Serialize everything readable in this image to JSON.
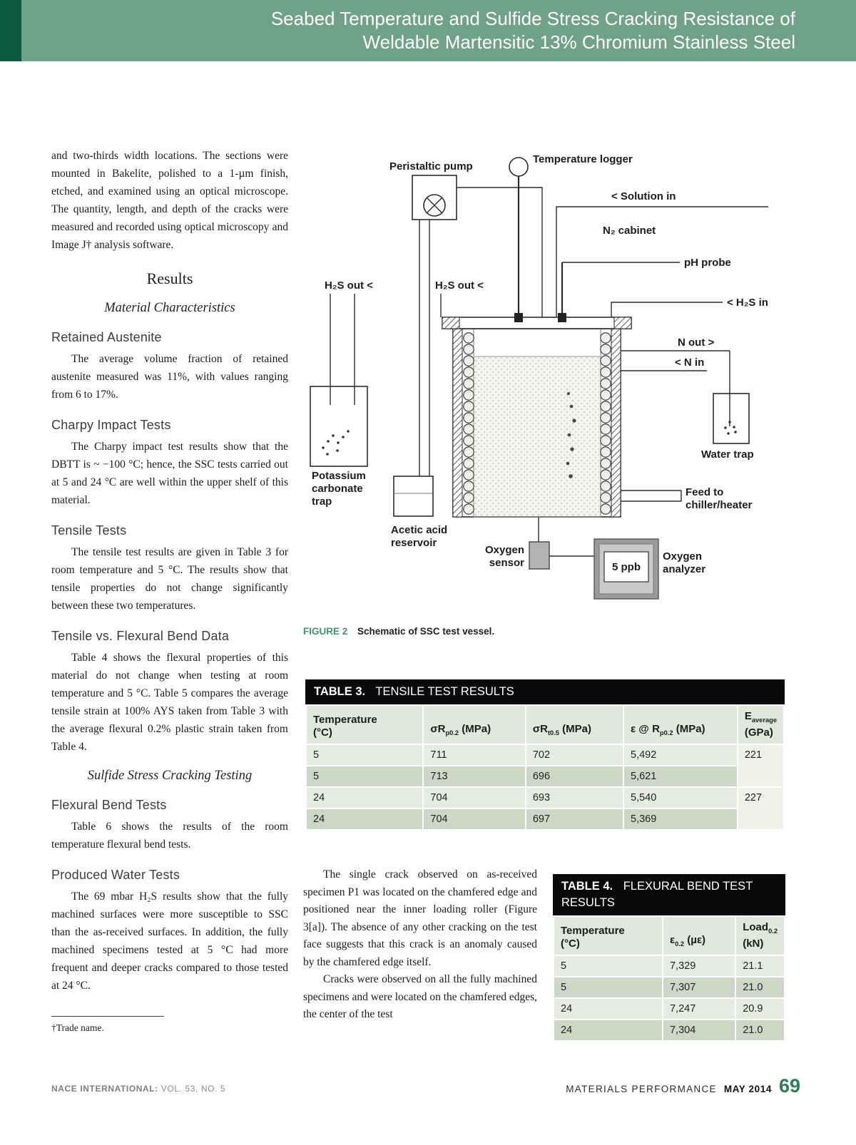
{
  "header": {
    "title_line1": "Seabed Temperature and Sulfide Stress Cracking Resistance of",
    "title_line2": "Weldable Martensitic 13% Chromium Stainless Steel"
  },
  "article": {
    "intro_paragraph": "and two-thirds width locations. The sections were mounted in Bakelite, polished to a 1-µm finish, etched, and examined using an optical microscope. The quantity, length, and depth of the cracks were measured and recorded using optical microscopy and Image J† analysis software.",
    "results_heading": "Results",
    "material_characteristics_heading": "Material Characteristics",
    "retained_austenite": {
      "heading": "Retained Austenite",
      "body": "The average volume fraction of retained austenite measured was 11%, with values ranging from 6 to 17%."
    },
    "charpy": {
      "heading": "Charpy Impact Tests",
      "body": "The Charpy impact test results show that the DBTT is ~ −100 °C; hence, the SSC tests carried out at 5 and 24 °C are well within the upper shelf of this material."
    },
    "tensile": {
      "heading": "Tensile Tests",
      "body": "The tensile test results are given in Table 3 for room temperature and 5 °C. The results show that tensile properties do not change significantly between these two temperatures."
    },
    "tensile_vs_flexural": {
      "heading": "Tensile vs. Flexural Bend Data",
      "body": "Table 4 shows the flexural properties of this material do not change when testing at room temperature and 5 °C. Table 5 compares the average tensile strain at 100% AYS taken from Table 3 with the average flexural 0.2% plastic strain taken from Table 4."
    },
    "ssc_heading": "Sulfide Stress Cracking Testing",
    "flexural": {
      "heading": "Flexural Bend Tests",
      "body": "Table 6 shows the results of the room temperature flexural bend tests."
    },
    "produced_water": {
      "heading": "Produced Water Tests",
      "body": "The 69 mbar H₂S results show that the fully machined surfaces were more susceptible to SSC than the as-received surfaces. In addition, the fully machined specimens tested at 5 °C had more frequent and deeper cracks compared to those tested at 24 °C."
    },
    "footnote": "†Trade name.",
    "right_para1": "The single crack observed on as-received specimen P1 was located on the chamfered edge and positioned near the inner loading roller (Figure 3[a]). The absence of any other cracking on the test face suggests that this crack is an anomaly caused by the chamfered edge itself.",
    "right_para2": "Cracks were observed on all the fully machined specimens and were located on the chamfered edges, the center of the test"
  },
  "figure": {
    "caption_label": "FIGURE 2",
    "caption_text": "Schematic of SSC test vessel.",
    "labels": {
      "peristaltic_pump": "Peristaltic pump",
      "temperature_logger": "Temperature logger",
      "solution_in": "< Solution in",
      "n2_cabinet": "N₂ cabinet",
      "ph_probe": "pH probe",
      "h2s_out_left": "H₂S out <",
      "h2s_out_mid": "H₂S out <",
      "h2s_in": "< H₂S in",
      "n_out": "N out >",
      "n_in": "< N in",
      "potassium_line1": "Potassium",
      "potassium_line2": "carbonate",
      "potassium_line3": "trap",
      "acetic_line1": "Acetic acid",
      "acetic_line2": "reservoir",
      "oxygen_sensor_line1": "Oxygen",
      "oxygen_sensor_line2": "sensor",
      "water_trap": "Water trap",
      "feed_line1": "Feed to",
      "feed_line2": "chiller/heater",
      "oxygen_analyzer_line1": "Oxygen",
      "oxygen_analyzer_line2": "analyzer",
      "display_value": "5 ppb"
    }
  },
  "table3": {
    "label": "TABLE 3.",
    "title": "TENSILE TEST RESULTS",
    "headers": {
      "temperature": {
        "line1": "Temperature",
        "line2": "(°C)"
      },
      "rp02": {
        "main": "σR",
        "sub": "p0.2",
        "unit": " (MPa)"
      },
      "rt05": {
        "main": "σR",
        "sub": "t0.5",
        "unit": " (MPa)"
      },
      "strain": {
        "main": "ε @ R",
        "sub": "p0.2",
        "unit": " (MPa)"
      },
      "modulus": {
        "main": "E",
        "sub": "average",
        "unit": " (GPa)"
      }
    },
    "rows": [
      [
        "5",
        "711",
        "702",
        "5,492"
      ],
      [
        "5",
        "713",
        "696",
        "5,621"
      ],
      [
        "24",
        "704",
        "693",
        "5,540"
      ],
      [
        "24",
        "704",
        "697",
        "5,369"
      ]
    ],
    "modulus_values": [
      "221",
      "227"
    ]
  },
  "table4": {
    "label": "TABLE 4.",
    "title": "FLEXURAL BEND TEST RESULTS",
    "headers": {
      "temperature": {
        "line1": "Temperature",
        "line2": "(°C)"
      },
      "strain": {
        "main": "ε",
        "sub": "0.2",
        "unit": " (µε)"
      },
      "load": {
        "main": "Load",
        "sub": "0.2",
        "unit": "(kN)"
      }
    },
    "rows": [
      [
        "5",
        "7,329",
        "21.1"
      ],
      [
        "5",
        "7,307",
        "21.0"
      ],
      [
        "24",
        "7,247",
        "20.9"
      ],
      [
        "24",
        "7,304",
        "21.0"
      ]
    ]
  },
  "footer": {
    "left_label": "NACE INTERNATIONAL:",
    "left_detail": " VOL. 53, NO. 5",
    "right_brand": "MATERIALS PERFORMANCE",
    "right_date": "MAY 2014",
    "page_number": "69"
  },
  "colors": {
    "header_green": "#6FA287",
    "header_dark_green": "#0E5A40",
    "caption_green": "#43936B",
    "page_number_green": "#2E7D57",
    "table_row_light": "#e7ece1",
    "table_row_dark": "#ccd8c5"
  }
}
